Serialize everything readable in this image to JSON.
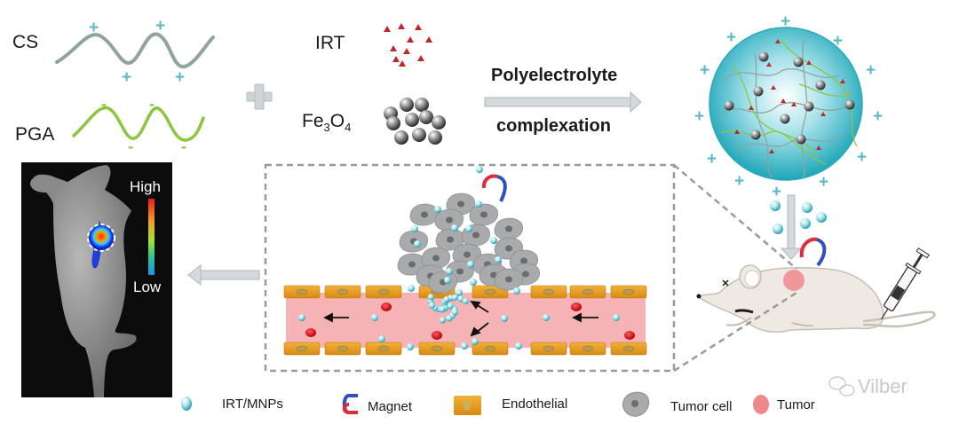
{
  "reactants": {
    "cs_label": "CS",
    "pga_label": "PGA",
    "irt_label": "IRT",
    "fe3o4_label": "Fe",
    "fe3o4_sub1": "3",
    "fe3o4_o": "O",
    "fe3o4_sub2": "4",
    "cs_charge_symbol": "+",
    "pga_charge_symbol": "-",
    "plus_symbol": "+"
  },
  "process": {
    "line1": "Polyelectrolyte",
    "line2": "complexation"
  },
  "imaging": {
    "scale_high": "High",
    "scale_low": "Low"
  },
  "legend": {
    "items": [
      {
        "label": "IRT/MNPs",
        "icon": "nanoparticle-icon"
      },
      {
        "label": "Magnet",
        "icon": "magnet-icon"
      },
      {
        "label": "Endothelial",
        "icon": "endothelial-cell-icon"
      },
      {
        "label": "Tumor cell",
        "icon": "tumor-cell-icon"
      },
      {
        "label": "Tumor",
        "icon": "tumor-icon"
      }
    ]
  },
  "watermark": "Vilber",
  "colors": {
    "cs_chain": "#8fa3a1",
    "pga_chain": "#8cc63f",
    "charge": "#5bb8c4",
    "irt": "#c0262d",
    "nanoparticle": "#7fd6e0",
    "sphere": "#3bb5c7",
    "vessel": "#f6b3b5",
    "endothelial": "#e9a128",
    "tumor_cell": "#a9aaac",
    "magnet_red": "#e02b3a",
    "magnet_blue": "#3050c0",
    "tumor_spot": "#ee8a8c",
    "arrow_gray": "#cfd4d6"
  }
}
